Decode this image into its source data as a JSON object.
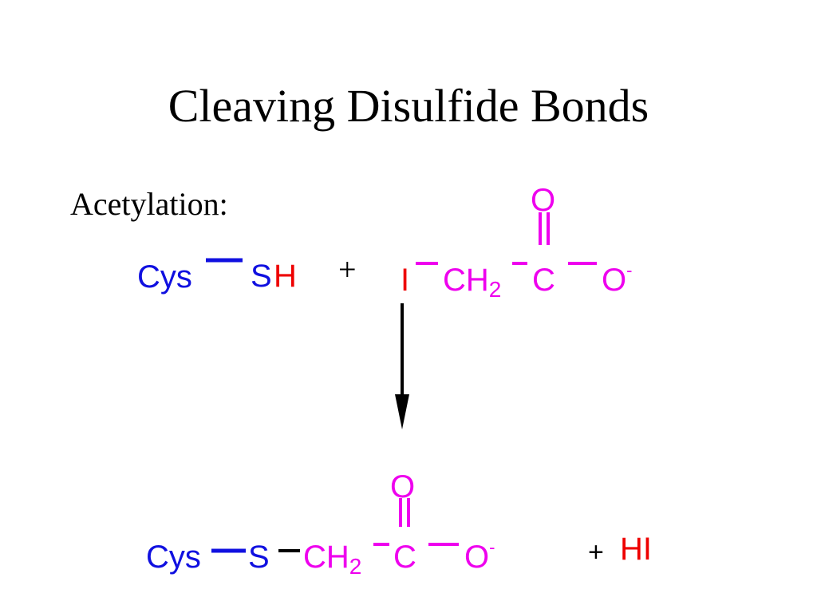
{
  "title": "Cleaving Disulfide Bonds",
  "section_label": "Acetylation:",
  "colors": {
    "cys": "#1010e0",
    "iodoacetate": "#ee00ee",
    "iodine_h": "#ee0000",
    "text": "#000000"
  },
  "reactants": {
    "cysteine": {
      "cys": "Cys",
      "s": "S",
      "h": "H"
    },
    "plus": "+",
    "iodoacetate": {
      "i": "I",
      "ch": "CH",
      "ch_sub": "2",
      "c": "C",
      "o_top": "O",
      "o": "O",
      "o_charge": "-"
    }
  },
  "products": {
    "s_carboxymethyl_cysteine": {
      "cys": "Cys",
      "s": "S",
      "ch": "CH",
      "ch_sub": "2",
      "c": "C",
      "o_top": "O",
      "o": "O",
      "o_charge": "-"
    },
    "plus": "+",
    "hi": "HI"
  }
}
